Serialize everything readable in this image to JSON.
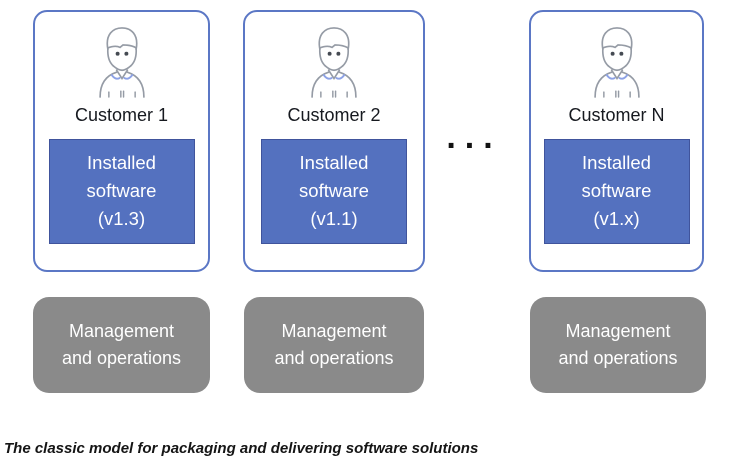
{
  "figure": {
    "caption": "The classic model for packaging and delivering software solutions",
    "ellipsis": "...",
    "colors": {
      "card_border": "#5b77c5",
      "software_fill": "#5471bf",
      "software_border": "#40549c",
      "management_fill": "#8a8a8a",
      "label_text": "#16191f",
      "box_text": "#ffffff"
    },
    "cards": [
      {
        "label": "Customer 1",
        "software_lines": [
          "Installed",
          "software",
          "(v1.3)"
        ],
        "mgmt_lines": [
          "Management",
          "and operations"
        ]
      },
      {
        "label": "Customer 2",
        "software_lines": [
          "Installed",
          "software",
          "(v1.1)"
        ],
        "mgmt_lines": [
          "Management",
          "and operations"
        ]
      },
      {
        "label": "Customer N",
        "software_lines": [
          "Installed",
          "software",
          "(v1.x)"
        ],
        "mgmt_lines": [
          "Management",
          "and operations"
        ]
      }
    ]
  }
}
